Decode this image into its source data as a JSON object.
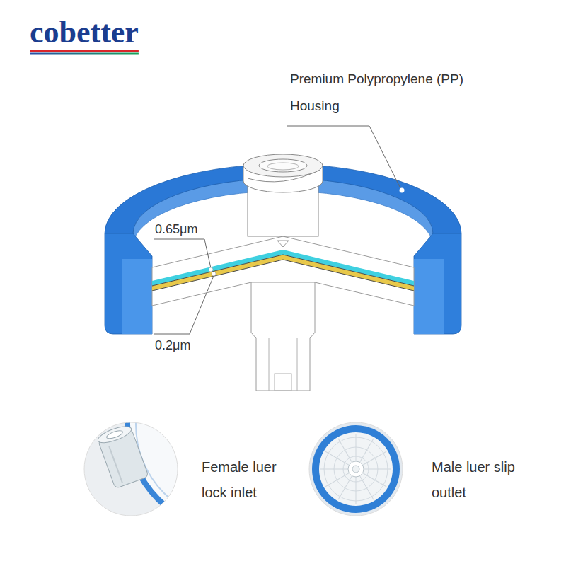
{
  "diagram": {
    "labels": [
      "cobetter",
      "Premium Polypropylene (PP) Housing",
      "0.65μm",
      "0.2μm",
      "Female luer lock inlet",
      "Male luer slip outlet"
    ]
  }
}
